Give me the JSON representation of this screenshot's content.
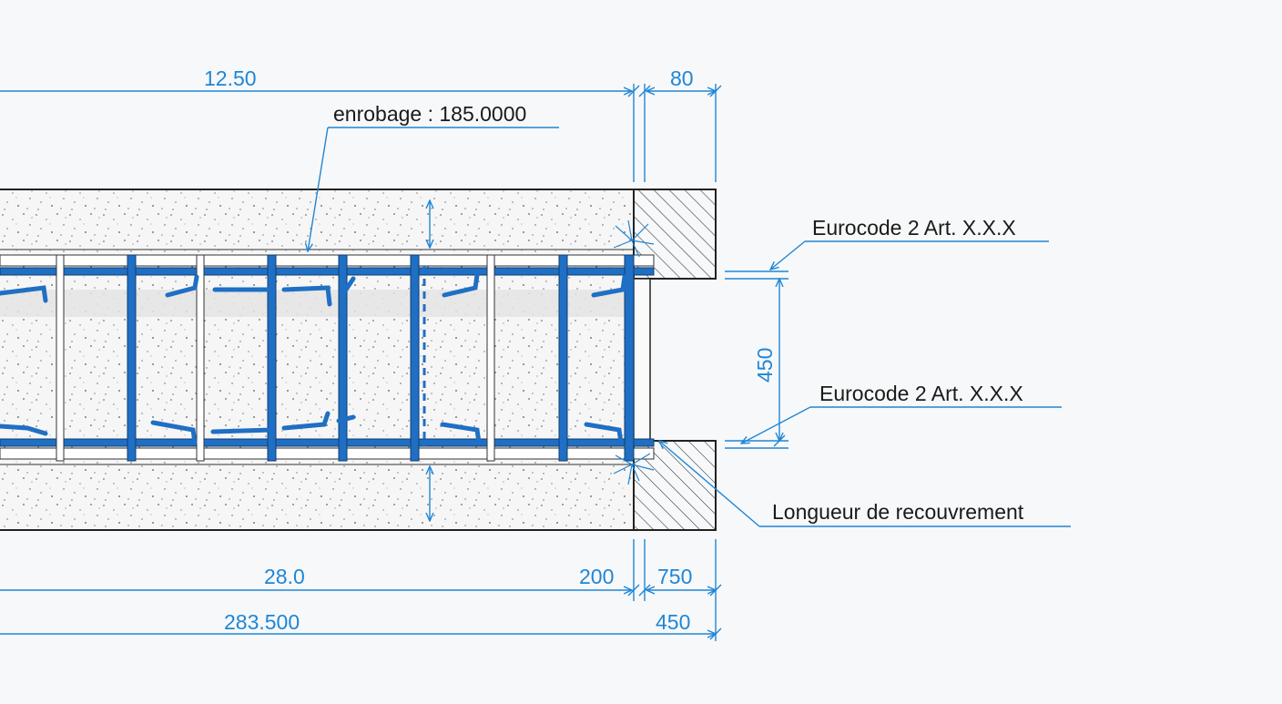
{
  "dimensions": {
    "top_span": "12.50",
    "top_end": "80",
    "vertical": "450",
    "bottom_span_1": "28.0",
    "bottom_end_1": "200",
    "bottom_end_2": "750",
    "bottom_total": "283.500",
    "bottom_total_end": "450"
  },
  "annotations": {
    "cover": "enrobage : 185.0000",
    "eurocode_top": "Eurocode 2 Art. X.X.X",
    "eurocode_bottom": "Eurocode 2 Art. X.X.X",
    "lap_length": "Longueur de recouvrement"
  },
  "colors": {
    "rebar": "#1f6fc4",
    "dimension": "#1f86d6",
    "concrete": "#f4f4f4",
    "outline": "#222222"
  }
}
